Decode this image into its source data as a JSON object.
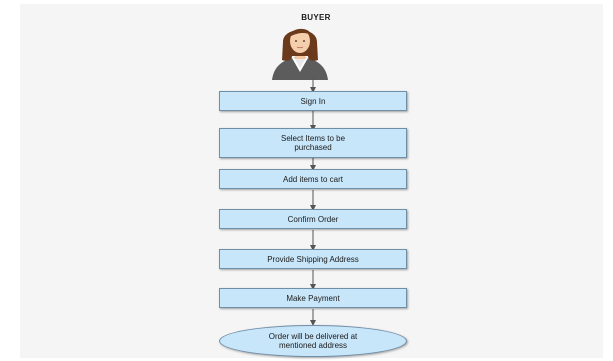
{
  "diagram": {
    "actor": {
      "label": "BUYER",
      "icon": "user-avatar-icon"
    },
    "steps": [
      {
        "label": "Sign In"
      },
      {
        "label": "Select Items to be purchased"
      },
      {
        "label": "Add items to cart"
      },
      {
        "label": "Confirm Order"
      },
      {
        "label": "Provide Shipping Address"
      },
      {
        "label": "Make Payment"
      }
    ],
    "end": {
      "label": "Order will be delivered at mentioned address"
    },
    "colors": {
      "box_fill": "#c8e6fa",
      "box_border": "#6f8ea8",
      "connector": "#555555",
      "background": "#f5f5f5"
    }
  }
}
